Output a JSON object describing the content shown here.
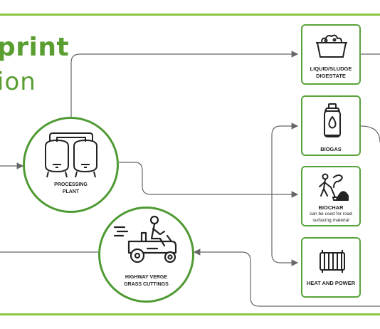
{
  "title": {
    "line1": "print",
    "line2": "ion"
  },
  "colors": {
    "accent": "#58a33a",
    "frame": "#8cc63f",
    "arrow": "#666666"
  },
  "nodes": {
    "liquid": {
      "label_1": "LIQUID/SLUDGE",
      "label_2": "DIGESTATE",
      "icon": "tub-icon"
    },
    "biogas": {
      "label": "BIOGAS",
      "icon": "gas-cylinder-icon"
    },
    "biochar": {
      "label": "BIOCHAR",
      "note_1": "can be used for road",
      "note_2": "surfacing material",
      "icon": "shovel-worker-icon"
    },
    "heat": {
      "label": "HEAT AND POWER",
      "icon": "radiator-icon"
    },
    "plant": {
      "label_1": "PROCESSING",
      "label_2": "PLANT",
      "icon": "tanks-icon"
    },
    "grass": {
      "label_1": "HIGHWAY VERGE",
      "label_2": "GRASS CUTTINGS",
      "icon": "mower-icon"
    }
  }
}
